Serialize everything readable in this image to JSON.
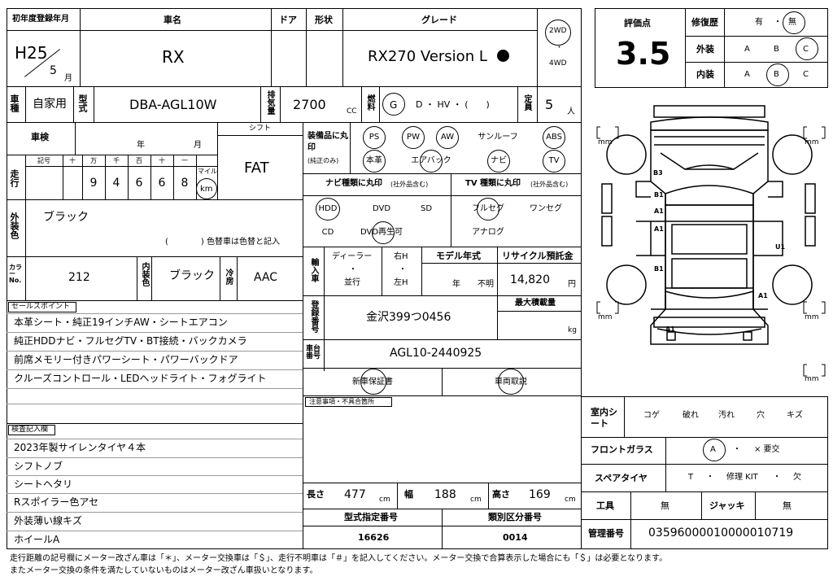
{
  "header": {
    "reg_year_label": "初年度登録年月",
    "reg_era": "H25",
    "reg_month": "5",
    "reg_month_unit": "月",
    "car_name_label": "車名",
    "car_name": "RX",
    "door_label": "ドア",
    "shape_label": "形状",
    "grade_label": "グレード",
    "grade": "RX270 Version L",
    "drive_2wd": "2WD",
    "drive_4wd": "4WD",
    "drive_dot": "・"
  },
  "row2": {
    "usage_label": "車種",
    "usage": "自家用",
    "model_label": "型式",
    "model": "DBA-AGL10W",
    "displacement_label": "排気量",
    "displacement": "2700",
    "displacement_unit": "CC",
    "fuel_label": "燃料",
    "fuel_g": "G",
    "fuel_options": "D ・ HV ・ (　　)",
    "capacity_label": "定員",
    "capacity": "5",
    "capacity_unit": "人"
  },
  "inspection": {
    "shaken_label": "車検",
    "year_unit": "年",
    "month_unit": "月",
    "shift_label": "シフト",
    "shift": "FAT",
    "mileage_label": "走行",
    "digit_headers": [
      "記号",
      "十",
      "万",
      "千",
      "百",
      "十",
      "一"
    ],
    "mileage_digits": [
      "9",
      "4",
      "6",
      "6",
      "8"
    ],
    "mile_label": "マイル",
    "km_label": "km"
  },
  "exterior": {
    "label": "外装色",
    "color": "ブラック",
    "color_change_note": "(　　　　) 色替車は色替と記入"
  },
  "color_row": {
    "color_no_label": "カラーNo.",
    "color_no": "212",
    "interior_label": "内装色",
    "interior": "ブラック",
    "ac_label": "冷房",
    "ac": "AAC"
  },
  "sales_points": {
    "label": "セールスポイント",
    "lines": [
      "本革シート・純正19インチAW・シートエアコン",
      "純正HDDナビ・フルセグTV・BT接続・バックカメラ",
      "前席メモリー付きパワーシート・パワーバックドア",
      "クルーズコントロール・LEDヘッドライト・フォグライト"
    ]
  },
  "inspection_notes": {
    "label": "検査記入欄",
    "lines": [
      "2023年製サイレンタイヤ４本",
      "シフトノブ",
      "シートヘタリ",
      "Rスポイラー色アセ",
      "外装薄い線キズ",
      "ホイールA"
    ]
  },
  "equipment": {
    "label": "装備品に丸印",
    "sub": "(純正のみ)",
    "row1": [
      "PS",
      "PW",
      "AW",
      "サンルーフ",
      "ABS"
    ],
    "row2": [
      "本革",
      "エアバック",
      "ナビ",
      "TV"
    ]
  },
  "navi": {
    "label": "ナビ種類に丸印",
    "sub": "(社外品含む)",
    "items": [
      "HDD",
      "DVD",
      "SD",
      "CD",
      "DVD再生可"
    ]
  },
  "tv": {
    "label": "TV 種類に丸印",
    "sub": "(社外品含む)",
    "items": [
      "フルセグ",
      "ワンセグ",
      "アナログ"
    ]
  },
  "import": {
    "label": "輸入車",
    "dealer": "ディーラー",
    "dot": "・",
    "parallel": "並行",
    "right": "右H",
    "left": "左H",
    "model_year_label": "モデル年式",
    "year_unit": "年",
    "unknown": "不明",
    "recycle_label": "リサイクル預託金",
    "recycle": "14,820",
    "recycle_unit": "円"
  },
  "registration": {
    "label": "登録番号",
    "number": "金沢399つ0456",
    "max_load_label": "最大積載量",
    "max_load_unit": "kg",
    "chassis_label": "車台番号",
    "chassis": "AGL10-2440925",
    "warranty": "新車保証書",
    "manual": "車両取説",
    "notes_label": "注意事項・不具合箇所"
  },
  "dims": {
    "length_label": "長さ",
    "length": "477",
    "width_label": "幅",
    "width": "188",
    "height_label": "高さ",
    "height": "169",
    "unit": "cm",
    "type_no_label": "型式指定番号",
    "type_no": "16626",
    "class_no_label": "類別区分番号",
    "class_no": "0014"
  },
  "score": {
    "label": "評価点",
    "value": "3.5",
    "repair_label": "修復歴",
    "repair_yes": "有",
    "repair_no": "無",
    "ext_label": "外装",
    "int_label": "内装",
    "grades": [
      "A",
      "B",
      "C"
    ]
  },
  "interior_seat": {
    "label": "室内シート",
    "items": [
      "コゲ",
      "破れ",
      "汚れ",
      "穴",
      "キズ"
    ]
  },
  "windshield": {
    "label": "フロントガラス",
    "grade": "A",
    "need_replace": "× 要交"
  },
  "spare_tire": {
    "label": "スペアタイヤ",
    "items": [
      "T",
      "修理 KIT",
      "欠"
    ]
  },
  "tools": {
    "label": "工具",
    "value": "無",
    "jack_label": "ジャッキ",
    "jack": "無"
  },
  "management": {
    "label": "管理番号",
    "number": "0359600001000001071​9"
  },
  "diagram": {
    "marks": [
      "B3",
      "B1",
      "A1",
      "A1",
      "B1",
      "U1",
      "A1",
      "A1"
    ],
    "mm": "mm"
  },
  "footer": {
    "line1": "走行距離の記号欄にメーター改ざん車は「＊」、メーター交換車は「＄」、走行不明車は「＃」を記入してください。メーター交換で合算表示した場合にも「＄」は必要となります。",
    "line2": "またメーター交換の条件を満たしていないものはメーター改ざん車扱いとなります。"
  }
}
